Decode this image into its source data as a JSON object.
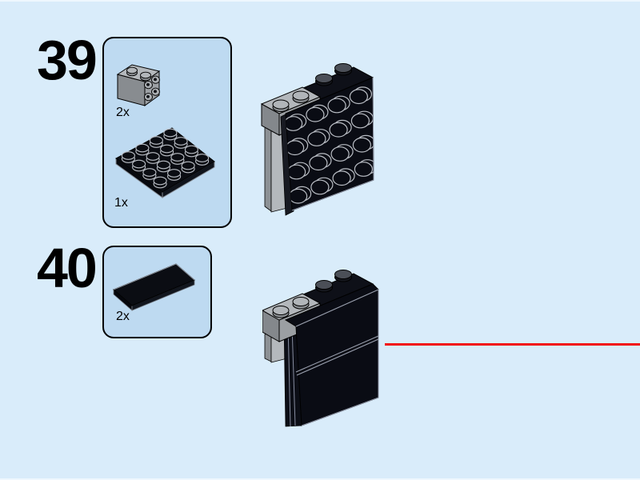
{
  "page": {
    "background_color": "#d9ecfa",
    "box_fill_color": "#bedaf1",
    "red_line_color": "#f21111"
  },
  "step39": {
    "number": "39",
    "parts": [
      {
        "count": "2x",
        "part": "light-gray-brick-1x2-with-4-side-studs"
      },
      {
        "count": "1x",
        "part": "black-plate-4x4"
      }
    ]
  },
  "step40": {
    "number": "40",
    "parts": [
      {
        "count": "2x",
        "part": "black-tile-2x4"
      }
    ]
  }
}
